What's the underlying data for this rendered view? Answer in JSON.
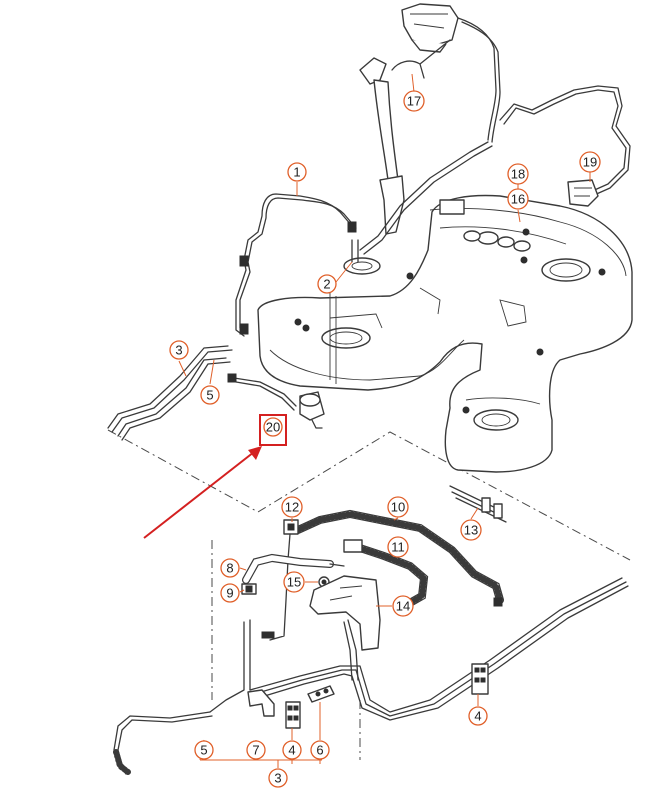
{
  "diagram": {
    "accent_color": "#e0602a",
    "highlight_color": "#d42020",
    "callouts": [
      {
        "id": "c17",
        "label": "17"
      },
      {
        "id": "c19",
        "label": "19"
      },
      {
        "id": "c1",
        "label": "1"
      },
      {
        "id": "c18",
        "label": "18"
      },
      {
        "id": "c16",
        "label": "16"
      },
      {
        "id": "c2",
        "label": "2"
      },
      {
        "id": "c3a",
        "label": "3"
      },
      {
        "id": "c5a",
        "label": "5"
      },
      {
        "id": "c12",
        "label": "12"
      },
      {
        "id": "c10",
        "label": "10"
      },
      {
        "id": "c11",
        "label": "11"
      },
      {
        "id": "c13",
        "label": "13"
      },
      {
        "id": "c8",
        "label": "8"
      },
      {
        "id": "c9",
        "label": "9"
      },
      {
        "id": "c15",
        "label": "15"
      },
      {
        "id": "c14",
        "label": "14"
      },
      {
        "id": "c4a",
        "label": "4"
      },
      {
        "id": "c5b",
        "label": "5"
      },
      {
        "id": "c7",
        "label": "7"
      },
      {
        "id": "c4b",
        "label": "4"
      },
      {
        "id": "c6",
        "label": "6"
      },
      {
        "id": "c3b",
        "label": "3"
      }
    ],
    "highlighted_part": {
      "label": "20"
    }
  }
}
